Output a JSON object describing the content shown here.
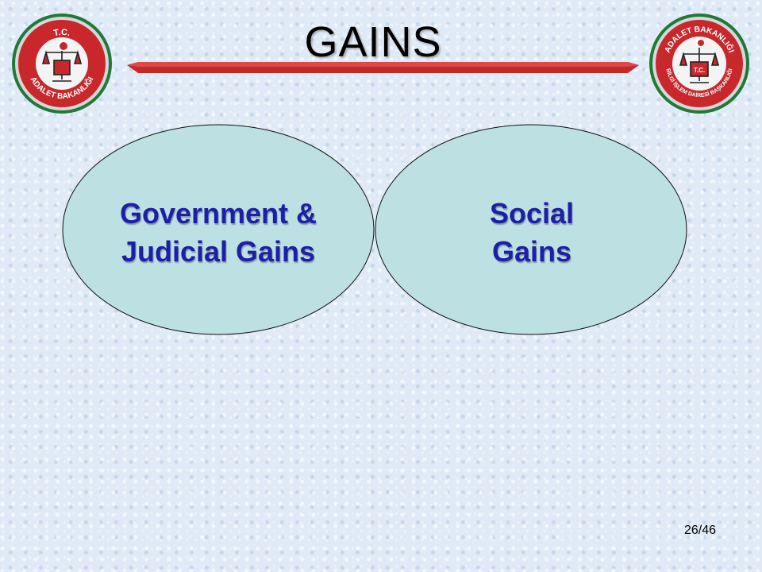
{
  "slide": {
    "title": "GAINS",
    "page_number": "26/46",
    "accent_color": "#c8282b",
    "oval_fill": "#bde0e2",
    "label_color": "#1b1faa"
  },
  "ovals": [
    {
      "line1": "Government &",
      "line2": "Judicial Gains"
    },
    {
      "line1": "Social",
      "line2": "Gains"
    }
  ],
  "logos": {
    "left": {
      "top_text": "T.C.",
      "bottom_text": "ADALET BAKANLIĞI"
    },
    "right": {
      "top_text": "ADALET BAKANLIĞI",
      "center_text": "T.C.",
      "bottom_text": "BİLGİ İŞLEM DAİRESİ BAŞKANLIĞI"
    }
  }
}
